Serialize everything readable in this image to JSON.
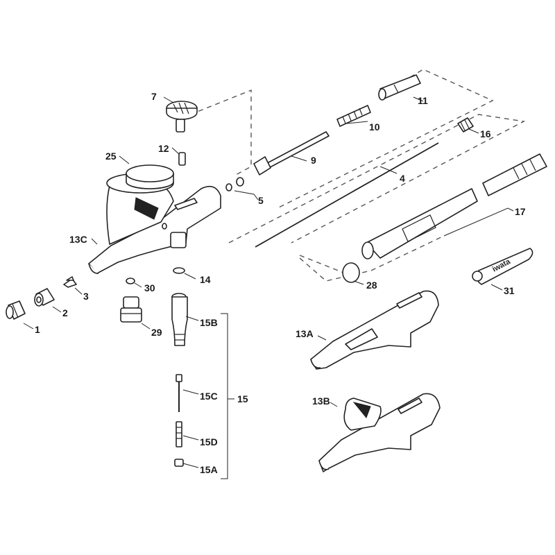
{
  "callouts": {
    "c1": "1",
    "c2": "2",
    "c3": "3",
    "c4": "4",
    "c5": "5",
    "c7": "7",
    "c9": "9",
    "c10": "10",
    "c11": "11",
    "c12": "12",
    "c13A": "13A",
    "c13B": "13B",
    "c13C": "13C",
    "c14": "14",
    "c15": "15",
    "c15A": "15A",
    "c15B": "15B",
    "c15C": "15C",
    "c15D": "15D",
    "c16": "16",
    "c17": "17",
    "c25": "25",
    "c28": "28",
    "c29": "29",
    "c30": "30",
    "c31": "31"
  },
  "wrench_brand": "iwata",
  "colors": {
    "line": "#222222",
    "dash": "#555555",
    "background": "#ffffff"
  }
}
